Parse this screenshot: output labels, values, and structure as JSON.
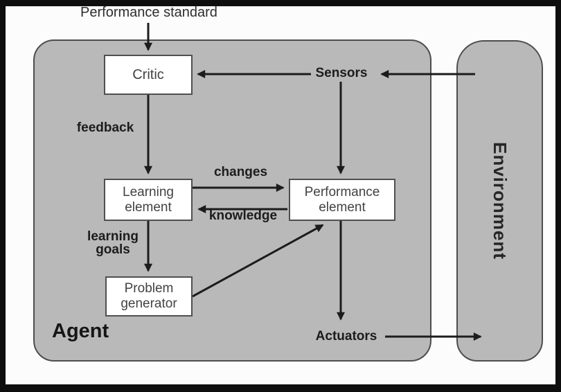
{
  "colors": {
    "frame_black": "#0e0e0e",
    "paper_white": "#fcfcfc",
    "panel_gray": "#b9b9b9",
    "panel_border": "#4d4d4d",
    "node_fill": "#ffffff",
    "node_border": "#4f4f4f",
    "node_text": "#424242",
    "label_text": "#1c1c1c",
    "arrow": "#1c1c1c"
  },
  "diagram": {
    "title": "Performance standard",
    "agent": {
      "label": "Agent"
    },
    "environment": {
      "label": "Environment"
    },
    "nodes": {
      "critic": {
        "label": "Critic"
      },
      "learning_element": {
        "line1": "Learning",
        "line2": "element"
      },
      "performance_element": {
        "line1": "Performance",
        "line2": "element"
      },
      "problem_generator": {
        "line1": "Problem",
        "line2": "generator"
      }
    },
    "io": {
      "sensors": "Sensors",
      "actuators": "Actuators"
    },
    "edge_labels": {
      "feedback": "feedback",
      "changes": "changes",
      "knowledge": "knowledge",
      "learning_goals_line1": "learning",
      "learning_goals_line2": "goals"
    }
  }
}
